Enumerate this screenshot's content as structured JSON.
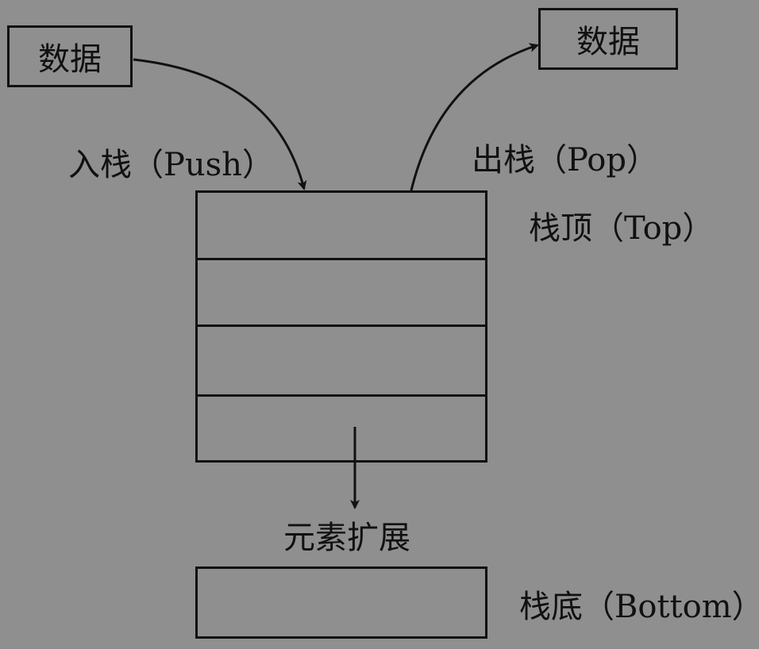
{
  "diagram": {
    "source_box": {
      "label": "数据"
    },
    "target_box": {
      "label": "数据"
    },
    "push_label": "入栈（Push）",
    "pop_label": "出栈（Pop）",
    "top_label": "栈顶（Top）",
    "expand_label": "元素扩展",
    "bottom_label": "栈底（Bottom）",
    "stack_cells": 4
  },
  "colors": {
    "background": "#8f8f8f",
    "stroke": "#111111"
  }
}
